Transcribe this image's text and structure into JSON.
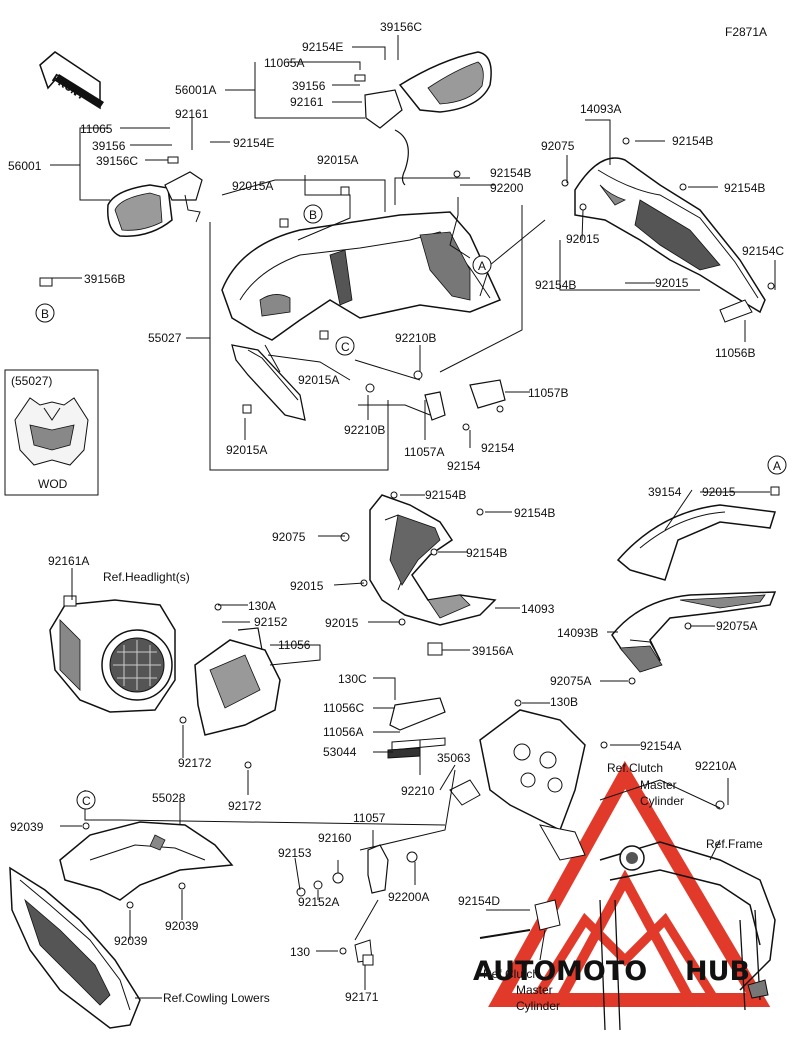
{
  "figure_code": "F2871A",
  "front_label": "FRONT",
  "wod_inset": {
    "code": "(55027)",
    "caption": "WOD"
  },
  "markers": [
    "A",
    "B",
    "C"
  ],
  "watermark": {
    "part1": "AUTO",
    "part2": "MOTO",
    "part3": "HUB"
  },
  "colors": {
    "line": "#111111",
    "watermark_red": "#e23a2a",
    "watermark_gray": "#777777",
    "watermark_yellow": "#f2c400"
  },
  "part_labels": {
    "p92154E_top": "92154E",
    "p39156C_top": "39156C",
    "p11065A": "11065A",
    "p56001A": "56001A",
    "p39156_top": "39156",
    "p92161_top": "92161",
    "p11065": "11065",
    "p92161_left": "92161",
    "p39156_left": "39156",
    "p39156C_left": "39156C",
    "p56001": "56001",
    "p92154E_left": "92154E",
    "p92015A_1": "92015A",
    "p92015A_2": "92015A",
    "p92154B_mid": "92154B",
    "p92200_top": "92200",
    "p14093A": "14093A",
    "p92075_top": "92075",
    "p92154B_r1": "92154B",
    "p92154B_r2": "92154B",
    "p92015_r1": "92015",
    "p92154C": "92154C",
    "p92154B_r3": "92154B",
    "p92015_r2": "92015",
    "p11056B": "11056B",
    "p39156B": "39156B",
    "p55027": "55027",
    "p92210B_1": "92210B",
    "p92015A_3": "92015A",
    "p11057B": "11057B",
    "p92210B_2": "92210B",
    "p11057A": "11057A",
    "p92154_a": "92154",
    "p92154_b": "92154",
    "p92015A_4": "92015A",
    "p92154B_c1": "92154B",
    "p92154B_c2": "92154B",
    "p92075_c": "92075",
    "p92154B_c3": "92154B",
    "p92015_c1": "92015",
    "p92015_c2": "92015",
    "p14093": "14093",
    "p39156A": "39156A",
    "p39154": "39154",
    "p92015_r3": "92015",
    "p14093B": "14093B",
    "p92075A_1": "92075A",
    "p92075A_2": "92075A",
    "p92161A": "92161A",
    "ref_headlight": "Ref.Headlight(s)",
    "p130A": "130A",
    "p92152": "92152",
    "p11056": "11056",
    "p130C": "130C",
    "p11056C": "11056C",
    "p11056A": "11056A",
    "p53044": "53044",
    "p92210": "92210",
    "p130B": "130B",
    "p35063": "35063",
    "p92154A": "92154A",
    "p92172_1": "92172",
    "p92172_2": "92172",
    "ref_clutch_1a": "Ref.Clutch",
    "ref_clutch_1b": "Master",
    "ref_clutch_1c": "Cylinder",
    "p92210A": "92210A",
    "ref_frame": "Ref.Frame",
    "p55028": "55028",
    "p92039_1": "92039",
    "p92039_2": "92039",
    "p92039_3": "92039",
    "p11057": "11057",
    "p92160": "92160",
    "p92153": "92153",
    "p92152A": "92152A",
    "p92200A": "92200A",
    "p130": "130",
    "p92171": "92171",
    "p92154D": "92154D",
    "ref_cowling": "Ref.Cowling Lowers",
    "ref_clutch_2a": "Ref.Clutch",
    "ref_clutch_2b": "Master",
    "ref_clutch_2c": "Cylinder"
  }
}
